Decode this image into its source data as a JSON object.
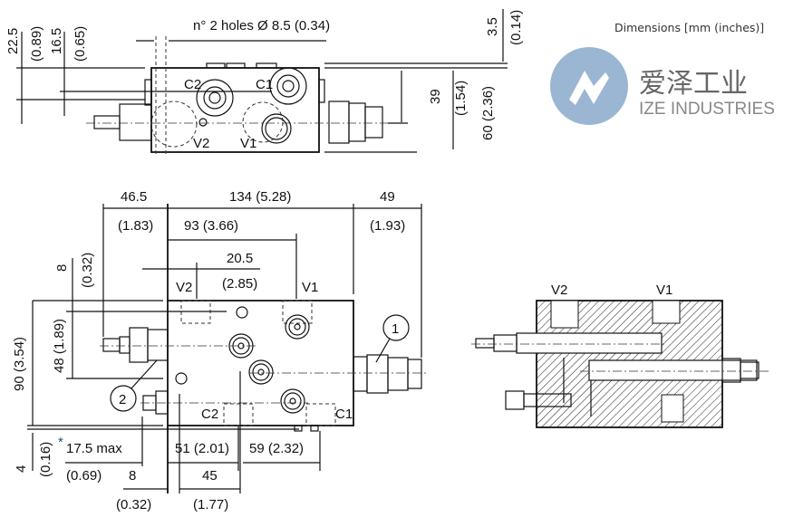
{
  "header": {
    "dimensions_note": "Dimensions [mm (inches)]"
  },
  "logo": {
    "name_cn": "爱泽工业",
    "name_en": "IZE INDUSTRIES",
    "color": "#9ab6d2"
  },
  "top_view": {
    "dims": [
      "22.5",
      "(0.89)",
      "16.5",
      "(0.65)",
      "n° 2 holes Ø 8.5 (0.34)",
      "3.5",
      "(0.14)",
      "39",
      "(1.54)",
      "60 (2.36)"
    ],
    "ports": {
      "c2": "C2",
      "c1": "C1",
      "v2": "V2",
      "v1": "V1"
    }
  },
  "front_view": {
    "dims": {
      "d46_5": "46.5",
      "d1_83": "(1.83)",
      "d134": "134 (5.28)",
      "d49": "49",
      "d1_93": "(1.93)",
      "d93": "93 (3.66)",
      "d20_5": "20.5",
      "d2_85": "(2.85)",
      "d8v": "8",
      "d0_32v": "(0.32)",
      "d48": "48 (1.89)",
      "d90": "90 (3.54)",
      "d4": "4",
      "d0_16": "(0.16)",
      "d17_5": "17.5 max",
      "star": "*",
      "d0_69": "(0.69)",
      "d8": "8",
      "d0_32": "(0.32)",
      "d51": "51 (2.01)",
      "d59": "59 (2.32)",
      "d45": "45",
      "d1_77": "(1.77)"
    },
    "ports": {
      "v2": "V2",
      "v1": "V1",
      "c2": "C2",
      "c1": "C1"
    },
    "callouts": [
      "1",
      "2"
    ]
  },
  "section_view": {
    "ports": {
      "v2": "V2",
      "v1": "V1"
    }
  }
}
